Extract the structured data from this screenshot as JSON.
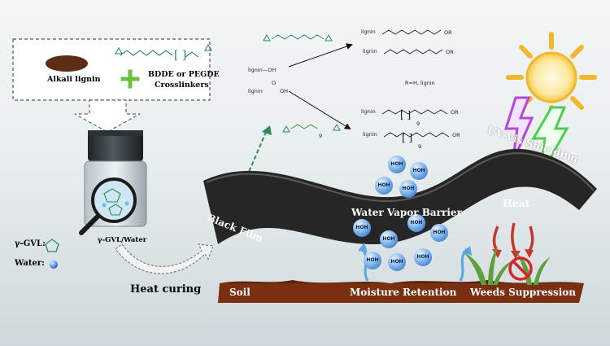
{
  "labels": {
    "alkali_lignin": "Alkali lignin",
    "crosslinkers_line1": "BDDE or PEGDE",
    "crosslinkers_line2": "Crosslinkers",
    "gvl_water": "γ-GVL/Water",
    "gvl_legend": "γ-GVL:",
    "water_legend": "Water:",
    "heat_curing": "Heat curing",
    "black_film": "Black Film",
    "water_vapor_barrier": "Water Vapor Barrier",
    "uv_vis_shielding": "UV-Vis Shielding",
    "heat": "Heat",
    "soil": "Soil",
    "moisture_retention": "Moisture Retention",
    "weeds_suppression": "Weeds Suppression",
    "r_def": "R=H, lignin",
    "lignin_oh": "lignin—OH",
    "oh": "OH",
    "o": "O",
    "lignin": "lignin",
    "or": "OR",
    "subscript_9": "9",
    "h": "H",
    "h2o_o": "O"
  },
  "colors": {
    "film": "#262626",
    "soil": "#7a3010",
    "crosslinker": "#2e8b57",
    "water_drop": "#4a8fd8",
    "sun": "#f7c948",
    "uv_arrow": "#c14fd8",
    "vis_arrow": "#5fd85f",
    "heat_arrow": "#c0392b"
  },
  "icons": [
    "lignin-blob-icon",
    "plus-icon",
    "vial-icon",
    "magnifier-icon",
    "sun-icon",
    "lightning-icon",
    "water-drop-icon",
    "weed-icon",
    "no-sign-icon"
  ]
}
